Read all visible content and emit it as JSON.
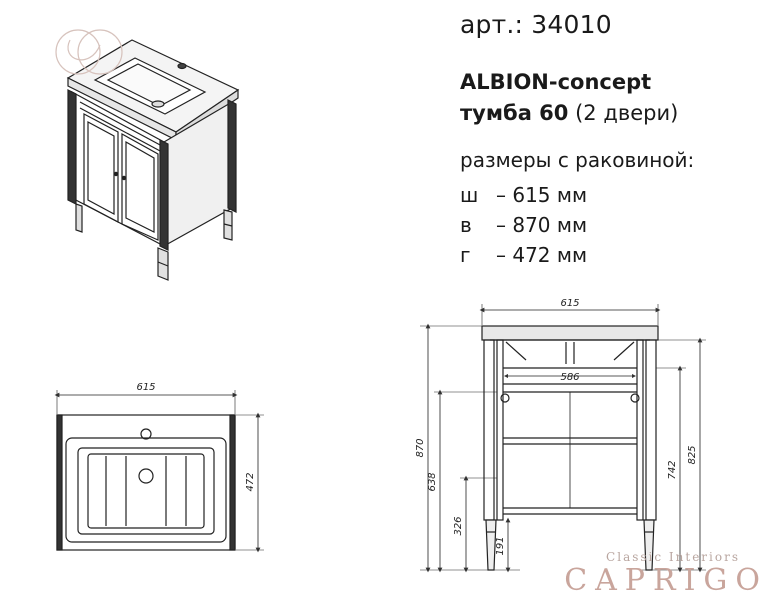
{
  "spec": {
    "article": "арт.: 34010",
    "title": "ALBION-concept",
    "subtitle_bold": "тумба 60",
    "subtitle_rest": "(2 двери)",
    "sizes_heading": "размеры с раковиной:",
    "sizes": [
      {
        "key": "ш",
        "value": "– 615 мм"
      },
      {
        "key": "в",
        "value": "– 870 мм"
      },
      {
        "key": "г",
        "value": "– 472 мм"
      }
    ]
  },
  "drawings": {
    "top_view": {
      "width": "615",
      "depth": "472"
    },
    "front_view": {
      "width_top": "615",
      "inner_width": "586",
      "height_total": "870",
      "height_mid": "638",
      "height_shelf": "326",
      "height_leg": "191",
      "height_right_total": "825",
      "height_right_mid": "742"
    }
  },
  "logo": {
    "tagline": "Classic Interiors",
    "brand": "CAPRIGO",
    "color": "#c9a59c"
  }
}
